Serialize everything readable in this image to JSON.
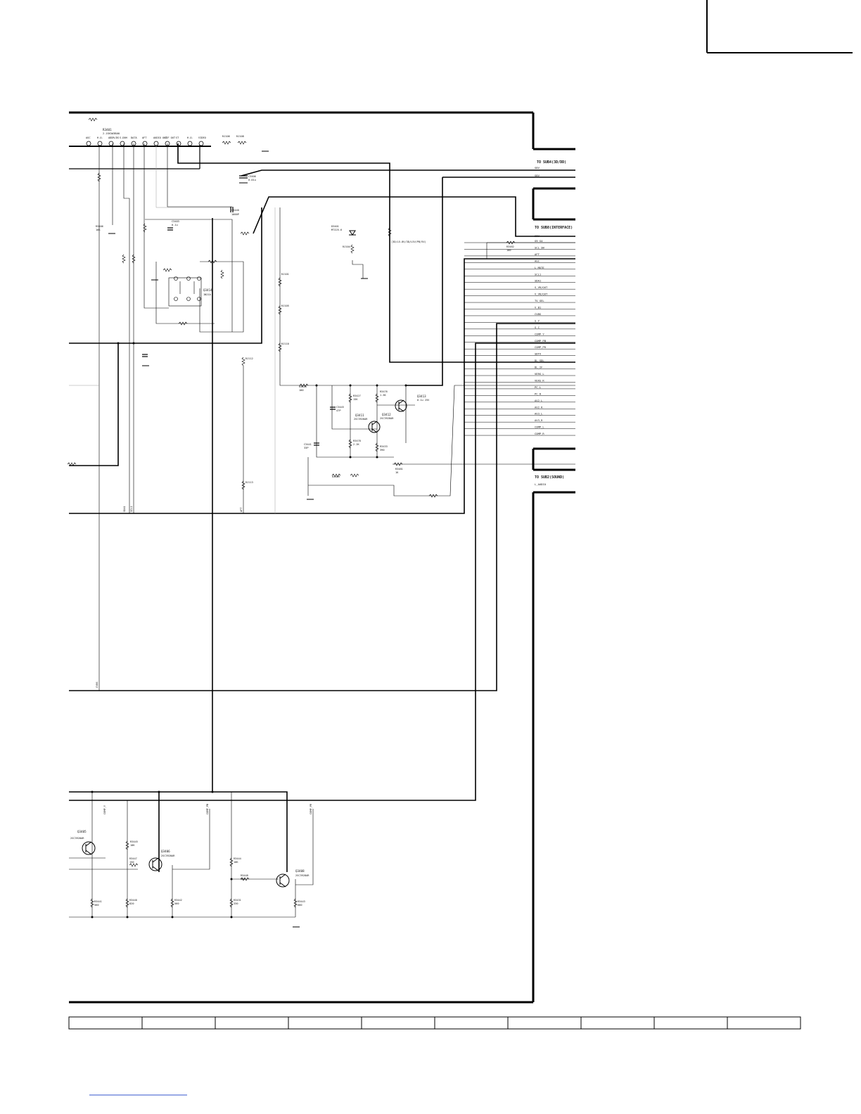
{
  "connectors": {
    "sub4": "TO SUB4(3D/DD)",
    "sub8": "TO SUB8(INTERFACE)",
    "sub2": "TO SUB2(SOUND)"
  },
  "top_left": {
    "r3401": "R3401",
    "r3401_part": "2.1SK5#3BAN"
  },
  "tuner_pins": [
    "AGC",
    "H.O.",
    "ADDR/DS",
    "S.D0H",
    "DATA",
    "AFT",
    "AUDIO OUT",
    "SIF OUT",
    "ST",
    "H.O.",
    "VIDEO"
  ],
  "signals_sub4": [
    "S8V",
    "S8V"
  ],
  "signals_sub8": [
    "S8V",
    "S9_S4",
    "SCL_SW",
    "AFT",
    "AGC",
    "L_MUTE",
    "SCL1",
    "SDA1",
    "S_VR/OUT",
    "V_VR/OUT",
    "TV_SEL",
    "V_B1",
    "CVBS",
    "S_Y",
    "S_C",
    "COMP_Y",
    "COMP_PB",
    "COMP_PR",
    "SDTV",
    "DL_SDL",
    "DL_IF",
    "VERS_L",
    "VERS_R",
    "PC_L",
    "PC_R",
    "AV2_L",
    "AV2_R",
    "AV3_L",
    "AV3_R",
    "COMP_L",
    "COMP_R"
  ],
  "signals_sub2": [
    "L_AUDIO"
  ],
  "transistors": {
    "q3411": {
      "ref": "Q3411",
      "part": "2SC3928AR"
    },
    "q3412": {
      "ref": "Q3412",
      "part": "2SC3928AR"
    },
    "q3413": {
      "ref": "Q3413",
      "part": "0.1u 25V"
    },
    "q3414": {
      "ref": "Q3414",
      "part": "1N21A"
    },
    "q3405": {
      "ref": "Q3405",
      "part": "2SC3928AR"
    },
    "q3406": {
      "ref": "Q3406",
      "part": "2SC3928AR"
    },
    "q3408": {
      "ref": "Q3408",
      "part": "2SC3928AR"
    }
  },
  "components": {
    "c3406": "C3406",
    "c3406_val": "0.01u",
    "c3440": "C3440",
    "c3440_val": "1000P",
    "c3445": "C3445",
    "c3445_val": "47P",
    "c3441": "C3441",
    "c3441_val": "33P",
    "c3403": "C3403",
    "c3403_val": "0.1u",
    "d3401": "D3401",
    "d3401_val": "MTZJ5.6",
    "r3406": "R3406",
    "r3406_val": "10K",
    "r3425": "R3425",
    "r3425_val": "100",
    "r3427": "R3427",
    "r3427_val": "15K",
    "r3476": "R3476",
    "r3476_val": "1.5K",
    "r3478": "R3478",
    "r3478_val": "2.2K",
    "r3433": "R3433",
    "r3433_val": "390",
    "r3445": "R3445",
    "r3445_val": "10K",
    "r3447": "R3447",
    "r3447_val": "150",
    "r3441": "R3441",
    "r3441_val": "560",
    "r3440": "R3440",
    "r3440_val": "820",
    "r3442": "R3442",
    "r3442_val": "560",
    "r3444": "R3444",
    "r3444_val": "10K",
    "r3448": "R3448",
    "r3448_val": "150",
    "r3443": "R3443",
    "r3443_val": "680",
    "r3431": "R3431",
    "r3431_val": "330",
    "r3482": "R3482",
    "r3482_val": "100",
    "r3481": "R3481",
    "r3481_val": "1K",
    "rj101": "RJ101",
    "rj104": "RJ104",
    "rj105": "RJ105",
    "rj106": "RJ106",
    "rj108": "RJ108",
    "rj109": "RJ109",
    "rj110": "RJ110",
    "rj112": "RJ112",
    "rj113": "RJ113"
  },
  "net_labels": {
    "sda1": "SDA1",
    "scl1": "SCL1",
    "aft": "AFT",
    "cvbs": "CVBS",
    "comp_y": "COMP_Y",
    "comp_pb": "COMP_PB",
    "comp_pr": "COMP_PR"
  },
  "annotation": "(3D/L5.8V/3D/L5V/PB/5V)"
}
